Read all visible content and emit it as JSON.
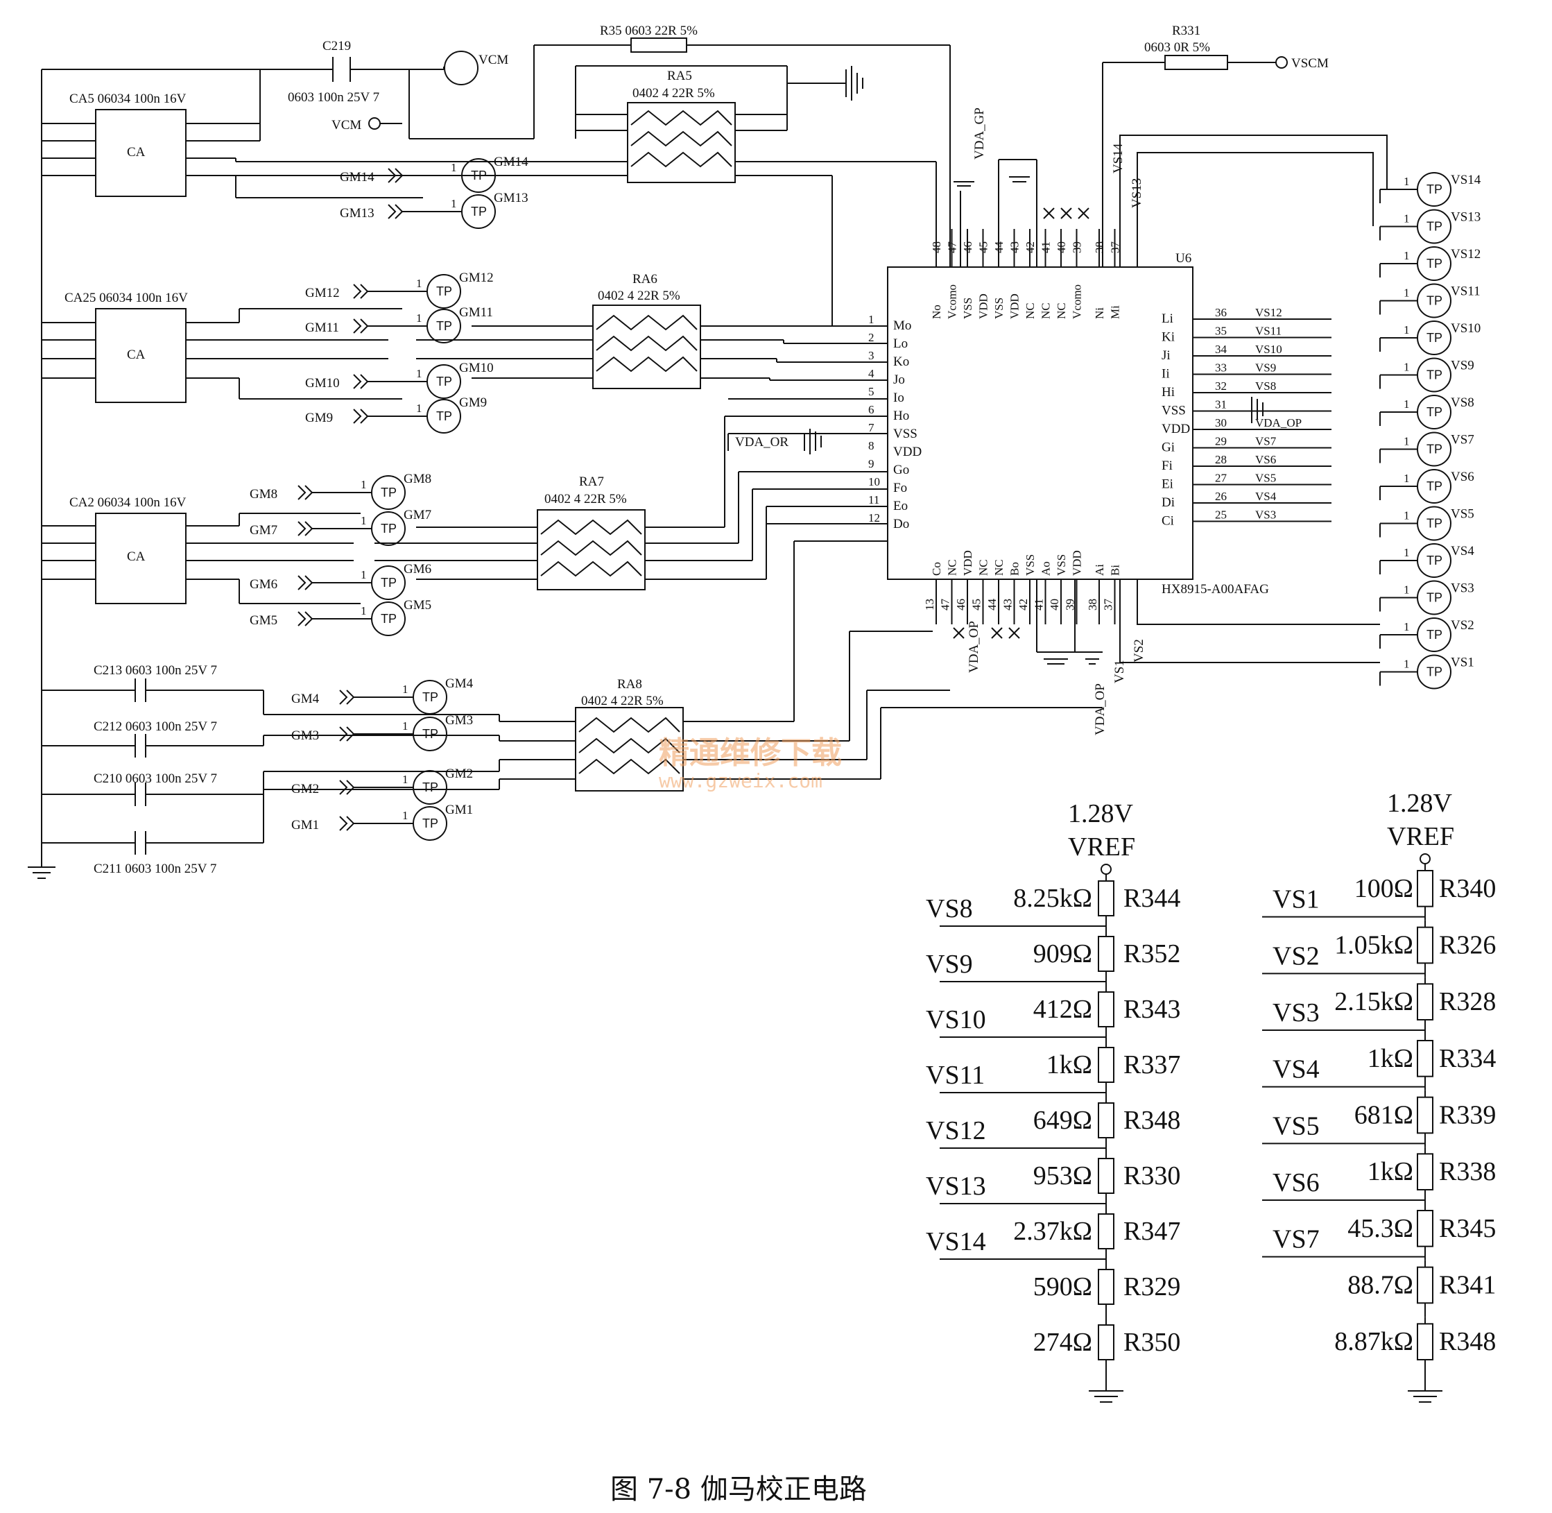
{
  "caption": "图 7-8  伽马校正电路",
  "watermark": {
    "cn": "精通维修下载",
    "url": "www.gzweix.com"
  },
  "ic": {
    "ref": "U6",
    "part": "HX8915-A00AFAG"
  },
  "top_parts": {
    "c219": "C219",
    "c219_val": "0603 100n 25V 7",
    "r35": "R35 0603 22R 5%",
    "r331": "R331",
    "r331_val": "0603 0R 5%",
    "vcm": "VCM",
    "vscm": "VSCM",
    "vda_gp": "VDA_GP"
  },
  "cap_arrays": [
    {
      "ref": "CA5 06034 100n 16V",
      "body": "CA"
    },
    {
      "ref": "CA25 06034 100n 16V",
      "body": "CA"
    },
    {
      "ref": "CA2 06034 100n 16V",
      "body": "CA"
    }
  ],
  "res_arrays": [
    {
      "ref": "RA5",
      "val": "0402 4 22R 5%"
    },
    {
      "ref": "RA6",
      "val": "0402 4 22R 5%"
    },
    {
      "ref": "RA7",
      "val": "0402 4 22R 5%"
    },
    {
      "ref": "RA8",
      "val": "0402 4 22R 5%"
    }
  ],
  "caps_bottom": [
    "C213 0603 100n 25V 7",
    "C212 0603 100n 25V 7",
    "C210 0603 100n 25V 7",
    "C211 0603 100n 25V 7"
  ],
  "gm_labels": [
    "GM14",
    "GM13",
    "GM12",
    "GM11",
    "GM10",
    "GM9",
    "GM8",
    "GM7",
    "GM6",
    "GM5",
    "GM4",
    "GM3",
    "GM2",
    "GM1"
  ],
  "ic_left_pins": [
    {
      "n": "1",
      "name": "Mo"
    },
    {
      "n": "2",
      "name": "Lo"
    },
    {
      "n": "3",
      "name": "Ko"
    },
    {
      "n": "4",
      "name": "Jo"
    },
    {
      "n": "5",
      "name": "Io"
    },
    {
      "n": "6",
      "name": "Ho"
    },
    {
      "n": "7",
      "name": "VSS"
    },
    {
      "n": "8",
      "name": "VDD"
    },
    {
      "n": "9",
      "name": "Go"
    },
    {
      "n": "10",
      "name": "Fo"
    },
    {
      "n": "11",
      "name": "Eo"
    },
    {
      "n": "12",
      "name": "Do"
    }
  ],
  "ic_right_pins": [
    {
      "n": "36",
      "name": "Li",
      "net": "VS12"
    },
    {
      "n": "35",
      "name": "Ki",
      "net": "VS11"
    },
    {
      "n": "34",
      "name": "Ji",
      "net": "VS10"
    },
    {
      "n": "33",
      "name": "Ii",
      "net": "VS9"
    },
    {
      "n": "32",
      "name": "Hi",
      "net": "VS8"
    },
    {
      "n": "31",
      "name": "VSS",
      "net": ""
    },
    {
      "n": "30",
      "name": "VDD",
      "net": "VDA_OP"
    },
    {
      "n": "29",
      "name": "Gi",
      "net": "VS7"
    },
    {
      "n": "28",
      "name": "Fi",
      "net": "VS6"
    },
    {
      "n": "27",
      "name": "Ei",
      "net": "VS5"
    },
    {
      "n": "26",
      "name": "Di",
      "net": "VS4"
    },
    {
      "n": "25",
      "name": "Ci",
      "net": "VS3"
    }
  ],
  "ic_top_pins": [
    {
      "n": "48",
      "name": "No"
    },
    {
      "n": "47",
      "name": "Vcomo"
    },
    {
      "n": "46",
      "name": "VSS"
    },
    {
      "n": "45",
      "name": "VDD"
    },
    {
      "n": "44",
      "name": "VSS"
    },
    {
      "n": "43",
      "name": "VDD"
    },
    {
      "n": "42",
      "name": "NC"
    },
    {
      "n": "41",
      "name": "NC"
    },
    {
      "n": "40",
      "name": "NC"
    },
    {
      "n": "39",
      "name": "Vcomo"
    },
    {
      "n": "38",
      "name": "Ni"
    },
    {
      "n": "37",
      "name": "Mi"
    }
  ],
  "ic_bottom_pins": [
    {
      "n": "13",
      "name": "Co"
    },
    {
      "n": "47",
      "name": "NC"
    },
    {
      "n": "46",
      "name": "VDD"
    },
    {
      "n": "45",
      "name": "NC"
    },
    {
      "n": "44",
      "name": "NC"
    },
    {
      "n": "43",
      "name": "Bo"
    },
    {
      "n": "42",
      "name": "VSS"
    },
    {
      "n": "41",
      "name": "Ao"
    },
    {
      "n": "40",
      "name": "VSS"
    },
    {
      "n": "39",
      "name": "VDD"
    },
    {
      "n": "38",
      "name": "Ai"
    },
    {
      "n": "37",
      "name": "Bi"
    }
  ],
  "net_labels": {
    "vs14": "VS14",
    "vs13": "VS13",
    "vs2": "VS2",
    "vs1": "VS1",
    "vda_op": "VDA_OP",
    "vda_or": "VDA_OR"
  },
  "tp_right": [
    "VS14",
    "VS13",
    "VS12",
    "VS11",
    "VS10",
    "VS9",
    "VS8",
    "VS7",
    "VS6",
    "VS5",
    "VS4",
    "VS3",
    "VS2",
    "VS1"
  ],
  "tp_text": "TP",
  "ladder_left": {
    "voltage": "1.28V",
    "name": "VREF",
    "resistors": [
      {
        "val": "8.25kΩ",
        "ref": "R344",
        "tap": ""
      },
      {
        "val": "909Ω",
        "ref": "R352",
        "tap": "VS8"
      },
      {
        "val": "412Ω",
        "ref": "R343",
        "tap": "VS9"
      },
      {
        "val": "1kΩ",
        "ref": "R337",
        "tap": "VS10"
      },
      {
        "val": "649Ω",
        "ref": "R348",
        "tap": "VS11"
      },
      {
        "val": "953Ω",
        "ref": "R330",
        "tap": "VS12"
      },
      {
        "val": "2.37kΩ",
        "ref": "R347",
        "tap": "VS13"
      },
      {
        "val": "590Ω",
        "ref": "R329",
        "tap": "VS14"
      },
      {
        "val": "274Ω",
        "ref": "R350",
        "tap": ""
      }
    ]
  },
  "ladder_right": {
    "voltage": "1.28V",
    "name": "VREF",
    "resistors": [
      {
        "val": "100Ω",
        "ref": "R340",
        "tap": "VS1"
      },
      {
        "val": "1.05kΩ",
        "ref": "R326",
        "tap": "VS2"
      },
      {
        "val": "2.15kΩ",
        "ref": "R328",
        "tap": "VS3"
      },
      {
        "val": "1kΩ",
        "ref": "R334",
        "tap": "VS4"
      },
      {
        "val": "681Ω",
        "ref": "R339",
        "tap": "VS5"
      },
      {
        "val": "1kΩ",
        "ref": "R338",
        "tap": "VS6"
      },
      {
        "val": "45.3Ω",
        "ref": "R345",
        "tap": "VS7"
      },
      {
        "val": "88.7Ω",
        "ref": "R341",
        "tap": ""
      },
      {
        "val": "8.87kΩ",
        "ref": "R348",
        "tap": ""
      }
    ]
  }
}
